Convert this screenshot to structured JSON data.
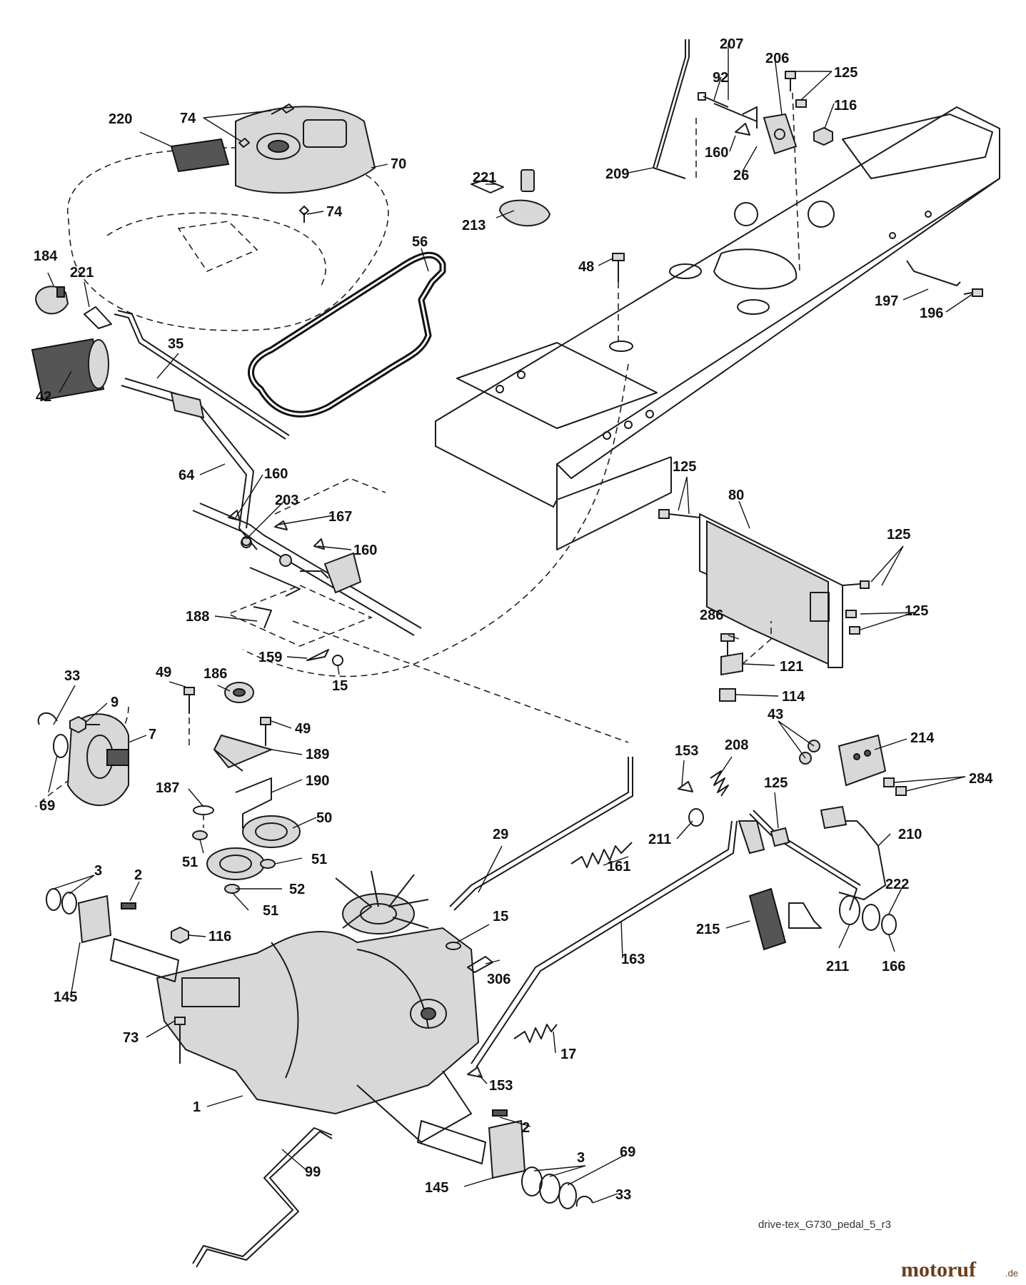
{
  "callouts": [
    "220",
    "74",
    "70",
    "74",
    "221",
    "213",
    "56",
    "184",
    "221",
    "35",
    "42",
    "64",
    "160",
    "203",
    "167",
    "160",
    "188",
    "159",
    "15",
    "207",
    "92",
    "206",
    "125",
    "116",
    "160",
    "26",
    "209",
    "48",
    "197",
    "196",
    "125",
    "80",
    "125",
    "125",
    "286",
    "121",
    "114",
    "33",
    "9",
    "7",
    "69",
    "49",
    "186",
    "49",
    "189",
    "187",
    "190",
    "50",
    "51",
    "51",
    "52",
    "51",
    "3",
    "2",
    "116",
    "145",
    "73",
    "1",
    "99",
    "29",
    "161",
    "15",
    "306",
    "17",
    "153",
    "163",
    "153",
    "208",
    "43",
    "214",
    "284",
    "125",
    "211",
    "210",
    "222",
    "215",
    "211",
    "166",
    "2",
    "145",
    "3",
    "69",
    "33"
  ],
  "footer": {
    "filename": "drive-tex_G730_pedal_5_r3"
  },
  "watermark": {
    "brand": "motoruf",
    "tld": ".de"
  },
  "colors": {
    "line": "#1a1a1a",
    "part_fill": "#d8d8d8",
    "brand": "#6b3d1a"
  }
}
